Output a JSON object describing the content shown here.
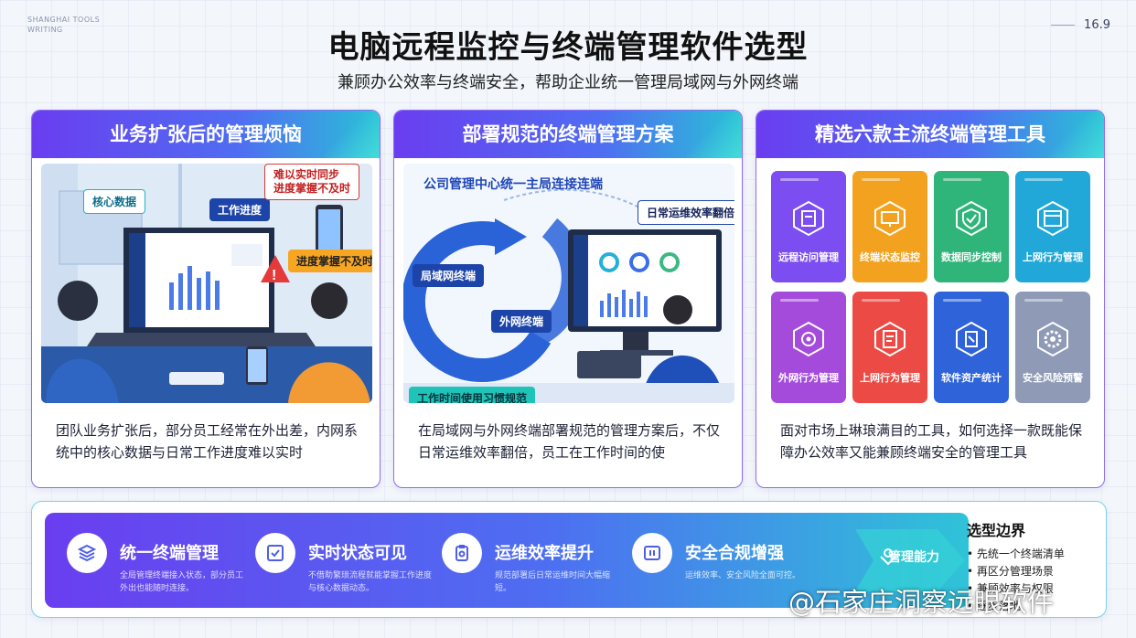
{
  "brand": {
    "line1": "SHANGHAI TOOLS",
    "line2": "WRITING"
  },
  "page_number": "16.9",
  "title": "电脑远程监控与终端管理软件选型",
  "subtitle": "兼顾办公效率与终端安全，帮助企业统一管理局域网与外网终端",
  "panels": [
    {
      "heading": "业务扩张后的管理烦恼",
      "tags": [
        "核心数据",
        "工作进度",
        "难以实时同步\n进度掌握不及时",
        "进度掌握不及时"
      ],
      "description": "团队业务扩张后，部分员工经常在外出差，内网系统中的核心数据与日常工作进度难以实时"
    },
    {
      "heading": "部署规范的终端管理方案",
      "image_title": "公司管理中心统一主局连接连端",
      "tags": [
        "日常运维效率翻倍",
        "局域网终端",
        "外网终端",
        "工作时间使用习惯规范"
      ],
      "description": "在局域网与外网终端部署规范的管理方案后，不仅日常运维效率翻倍，员工在工作时间的使"
    },
    {
      "heading": "精选六款主流终端管理工具",
      "tools": [
        {
          "label": "远程访问管理",
          "color": "#7c4df0",
          "icon": "document-icon"
        },
        {
          "label": "终端状态监控",
          "color": "#f3a21f",
          "icon": "monitor-icon"
        },
        {
          "label": "数据同步控制",
          "color": "#2fb57a",
          "icon": "shield-check-icon"
        },
        {
          "label": "上网行为管理",
          "color": "#22a8d8",
          "icon": "web-icon"
        },
        {
          "label": "外网行为管理",
          "color": "#a44bdc",
          "icon": "gear-globe-icon"
        },
        {
          "label": "上网行为管理",
          "color": "#ec4a44",
          "icon": "report-icon"
        },
        {
          "label": "软件资产统计",
          "color": "#2f63d9",
          "icon": "asset-icon"
        },
        {
          "label": "安全风险预警",
          "color": "#8f9ab6",
          "icon": "gear-icon"
        }
      ],
      "description": "面对市场上琳琅满目的工具，如何选择一款既能保障办公效率又能兼顾终端安全的管理工具"
    }
  ],
  "features": [
    {
      "title": "统一终端管理",
      "icon": "layers-icon",
      "desc": "全局管理终端接入状态，部分员工外出也能随时连接。"
    },
    {
      "title": "实时状态可见",
      "icon": "check-window-icon",
      "desc": "不借助繁琐流程就能掌握工作进度与核心数据动态。"
    },
    {
      "title": "运维效率提升",
      "icon": "clipboard-icon",
      "desc": "规范部署后日常运维时间大幅缩短。"
    },
    {
      "title": "安全合规增强",
      "icon": "panel-icon",
      "desc": "运维效率、安全风险全面可控。"
    }
  ],
  "arrow_text": "管理能力",
  "selection": {
    "title": "选型边界",
    "items": [
      "• 先统一个终端清单",
      "• 再区分管理场景",
      "• 兼顾效率与权限",
      "• 逐步落地"
    ]
  },
  "watermark": "@石家庄洞察远眼软件"
}
